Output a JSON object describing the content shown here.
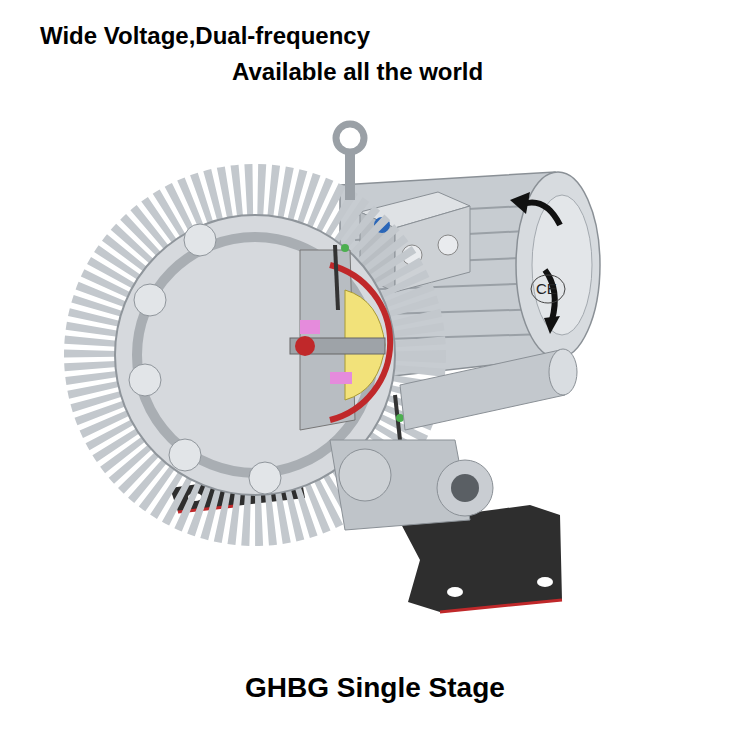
{
  "diagram": {
    "caption": "GHBG Single Stage",
    "labels": [
      "Wide Voltage,Dual-frequency",
      "Available all the world",
      "CE"
    ]
  }
}
